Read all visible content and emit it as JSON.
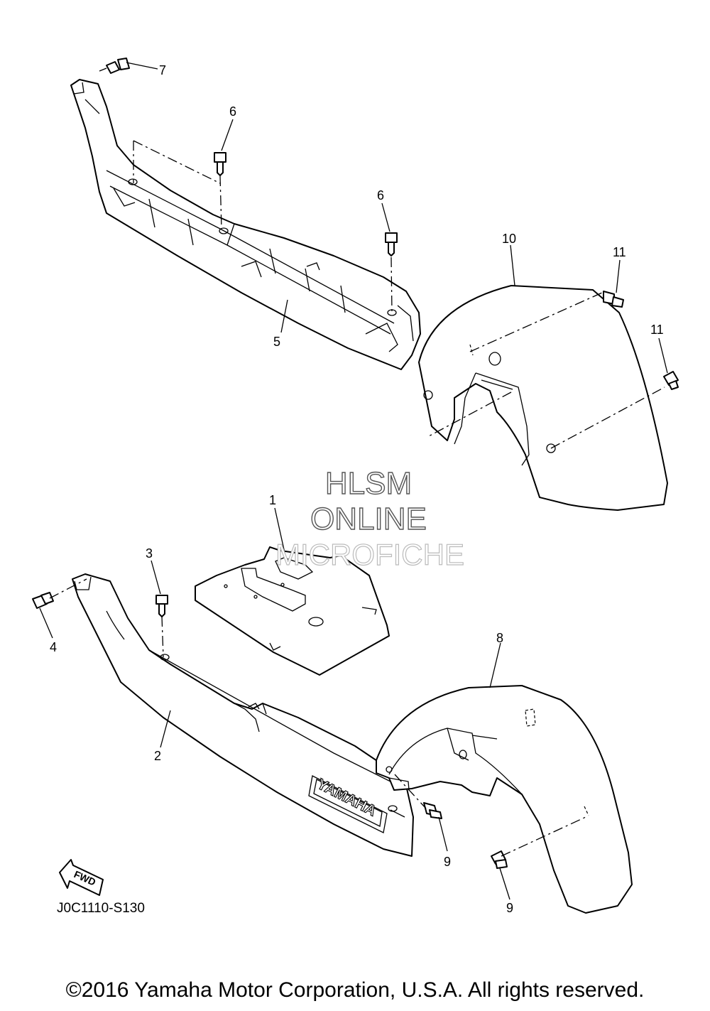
{
  "diagram": {
    "callouts": {
      "c1": "1",
      "c2": "2",
      "c3": "3",
      "c4": "4",
      "c5": "5",
      "c6a": "6",
      "c6b": "6",
      "c7": "7",
      "c8": "8",
      "c9a": "9",
      "c9b": "9",
      "c10": "10",
      "c11a": "11",
      "c11b": "11"
    },
    "emblem": "YAMAHA",
    "fwd_label": "FWD",
    "figure_code": "J0C1110-S130"
  },
  "watermark": {
    "line1": "HLSM",
    "line2": "ONLINE",
    "line3": "MICROFICHE"
  },
  "copyright": "©2016 Yamaha Motor Corporation, U.S.A. All rights reserved."
}
